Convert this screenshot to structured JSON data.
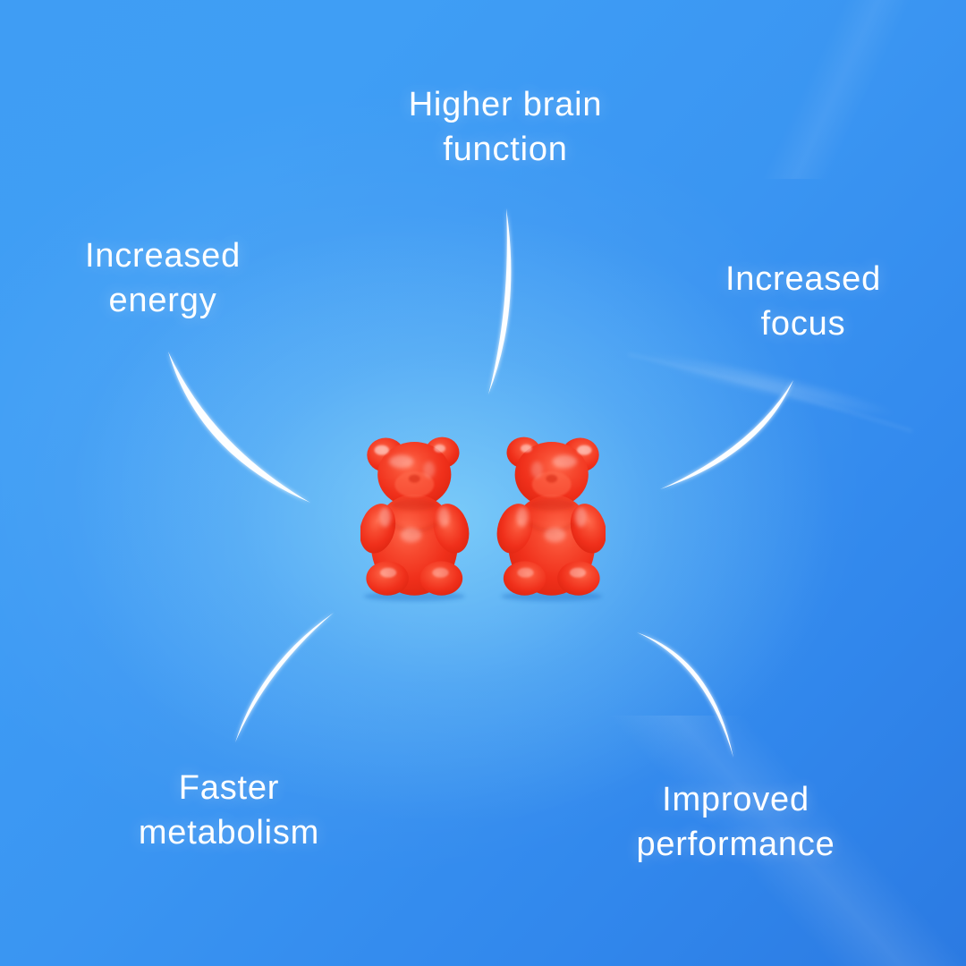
{
  "benefits": {
    "top": {
      "line1": "Higher brain",
      "line2": "function"
    },
    "upper_left": {
      "line1": "Increased",
      "line2": "energy"
    },
    "upper_right": {
      "line1": "Increased",
      "line2": "focus"
    },
    "lower_left": {
      "line1": "Faster",
      "line2": "metabolism"
    },
    "lower_right": {
      "line1": "Improved",
      "line2": "performance"
    }
  },
  "center_image": {
    "subject": "Two red gummy bears facing each other"
  },
  "colors": {
    "background_center_light": "#63c6f4",
    "background_mid": "#3a95f2",
    "background_corner_dark": "#2b7ae2",
    "label_text": "#ffffff",
    "swoosh_line": "#ffffff",
    "gummy_red": "#f0301b",
    "gummy_red_dark": "#d02310",
    "gummy_highlight": "#ff6a4d"
  }
}
